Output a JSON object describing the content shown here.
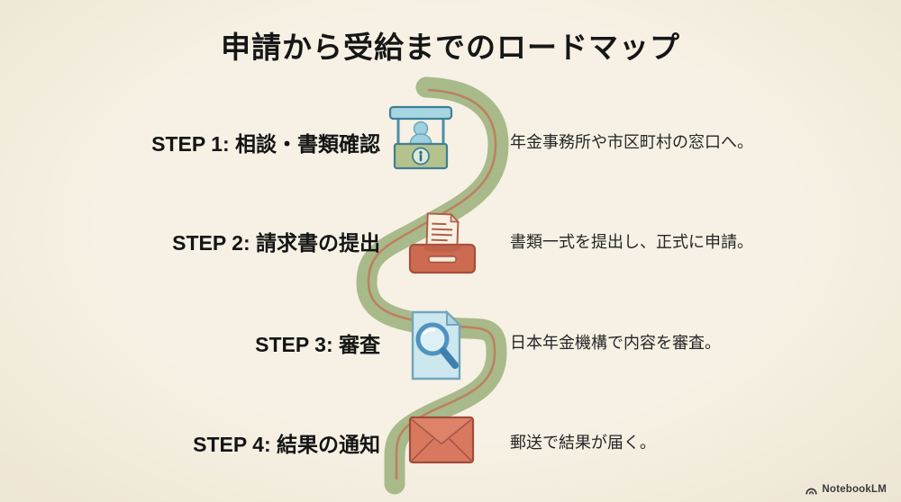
{
  "title": "申請から受給までのロードマップ",
  "steps": [
    {
      "label": "STEP 1: 相談・書類確認",
      "description": "年金事務所や市区町村の窓口へ。",
      "icon": "info-booth-icon"
    },
    {
      "label": "STEP 2: 請求書の提出",
      "description": "書類一式を提出し、正式に申請。",
      "icon": "document-submission-icon"
    },
    {
      "label": "STEP 3: 審査",
      "description": "日本年金機構で内容を審査。",
      "icon": "document-review-icon"
    },
    {
      "label": "STEP 4: 結果の通知",
      "description": "郵送で結果が届く。",
      "icon": "envelope-icon"
    }
  ],
  "footer": {
    "brand": "NotebookLM"
  },
  "colors": {
    "background": "#f3eee0",
    "path_green": "#a8ba8a",
    "path_inner_line": "#c1765c",
    "icon_blue_light": "#c8e4ed",
    "icon_blue_stroke": "#4b8fa8",
    "icon_green_counter": "#b4c28c",
    "icon_terracotta": "#cd6a52",
    "icon_terracotta_dark": "#a4503c",
    "text_primary": "#161616"
  }
}
